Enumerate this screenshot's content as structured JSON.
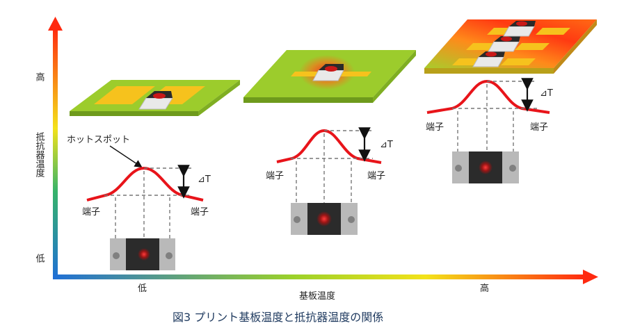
{
  "caption": "図3 プリント基板温度と抵抗器温度の関係",
  "axes": {
    "x_title": "基板温度",
    "x_low": "低",
    "x_high": "高",
    "y_title": "抵抗器温度",
    "y_low": "低",
    "y_high": "高"
  },
  "labels": {
    "hotspot": "ホットスポット",
    "terminal": "端子",
    "delta_t": "⊿T"
  },
  "colors": {
    "gradient_low": "#1f6fd6",
    "gradient_mid": "#f3e21a",
    "gradient_high": "#ff2a10",
    "curve": "#e8141a",
    "board_cool": "#9ccc2c",
    "pad": "#f6c21d"
  }
}
